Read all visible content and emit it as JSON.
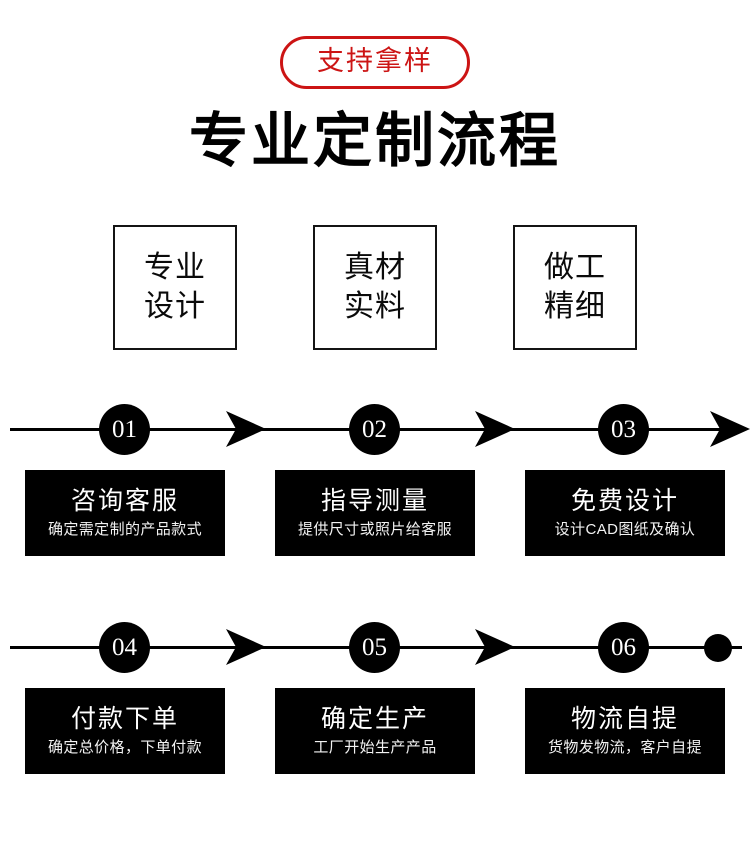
{
  "header": {
    "badge_label": "支持拿样",
    "badge_color": "#cc1414",
    "title": "专业定制流程"
  },
  "features": {
    "boxes": [
      {
        "line1": "专业",
        "line2": "设计"
      },
      {
        "line1": "真材",
        "line2": "实料"
      },
      {
        "line1": "做工",
        "line2": "精细"
      }
    ]
  },
  "flow": {
    "accent_color": "#000000",
    "row1": {
      "numbers": [
        "01",
        "02",
        "03"
      ],
      "steps": [
        {
          "title": "咨询客服",
          "subtitle": "确定需定制的产品款式"
        },
        {
          "title": "指导测量",
          "subtitle": "提供尺寸或照片给客服"
        },
        {
          "title": "免费设计",
          "subtitle": "设计CAD图纸及确认"
        }
      ]
    },
    "row2": {
      "numbers": [
        "04",
        "05",
        "06"
      ],
      "steps": [
        {
          "title": "付款下单",
          "subtitle": "确定总价格，下单付款"
        },
        {
          "title": "确定生产",
          "subtitle": "工厂开始生产产品"
        },
        {
          "title": "物流自提",
          "subtitle": "货物发物流，客户自提"
        }
      ]
    }
  }
}
